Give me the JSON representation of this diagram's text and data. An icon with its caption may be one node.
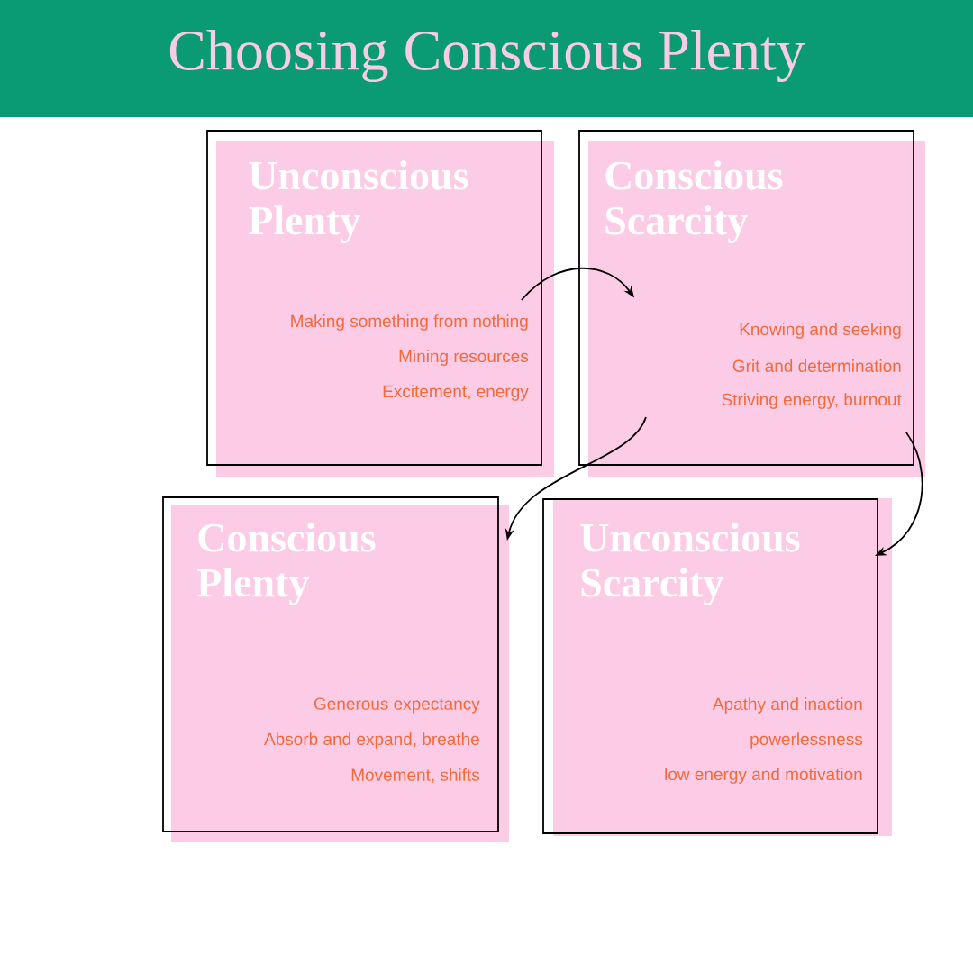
{
  "diagram": {
    "title": "Choosing Conscious Plenty",
    "nodes": [
      {
        "text": [
          "Unconscious Plenty",
          "Making something from nothing",
          "Mining resources",
          "Excitement, energy"
        ]
      },
      {
        "text": [
          "Conscious Scarcity",
          "Knowing and seeking",
          "Grit and determination",
          "Striving energy, burnout"
        ]
      },
      {
        "text": [
          "Conscious Plenty",
          "Generous expectancy",
          "Absorb and expand, breathe",
          "Movement, shifts"
        ]
      },
      {
        "text": [
          "Unconscious Scarcity",
          "Apathy and inaction",
          "powerlessness",
          "low energy and motivation"
        ]
      }
    ],
    "edges": [
      {
        "from": 0,
        "to": 1,
        "arrow": "to"
      },
      {
        "from": 1,
        "to": 2,
        "arrow": "to"
      },
      {
        "from": 1,
        "to": 3,
        "arrow": "to"
      }
    ]
  }
}
